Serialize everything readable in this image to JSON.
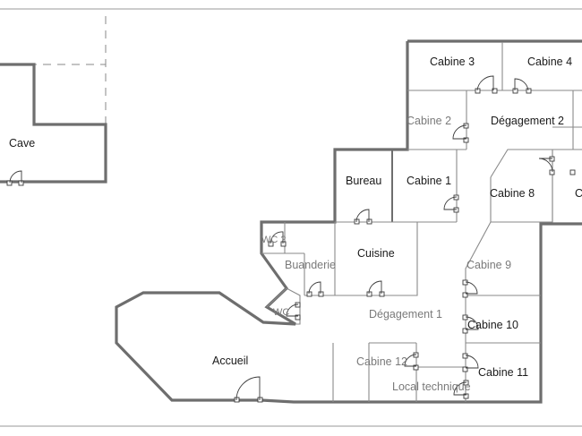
{
  "rooms": {
    "cave": "Cave",
    "cabine3": "Cabine 3",
    "cabine4": "Cabine 4",
    "cabine2": "Cabine 2",
    "degagement2": "Dégagement 2",
    "bureau": "Bureau",
    "cabine1": "Cabine 1",
    "cabine8": "Cabine 8",
    "cabine_cut": "C",
    "wc2": "WC 2",
    "buanderie": "Buanderie",
    "cuisine": "Cuisine",
    "cabine9": "Cabine 9",
    "wc": "WC",
    "degagement1": "Dégagement 1",
    "cabine10": "Cabine 10",
    "accueil": "Accueil",
    "cabine12": "Cabine 12",
    "cabine11": "Cabine 11",
    "local_technique": "Local technique"
  }
}
